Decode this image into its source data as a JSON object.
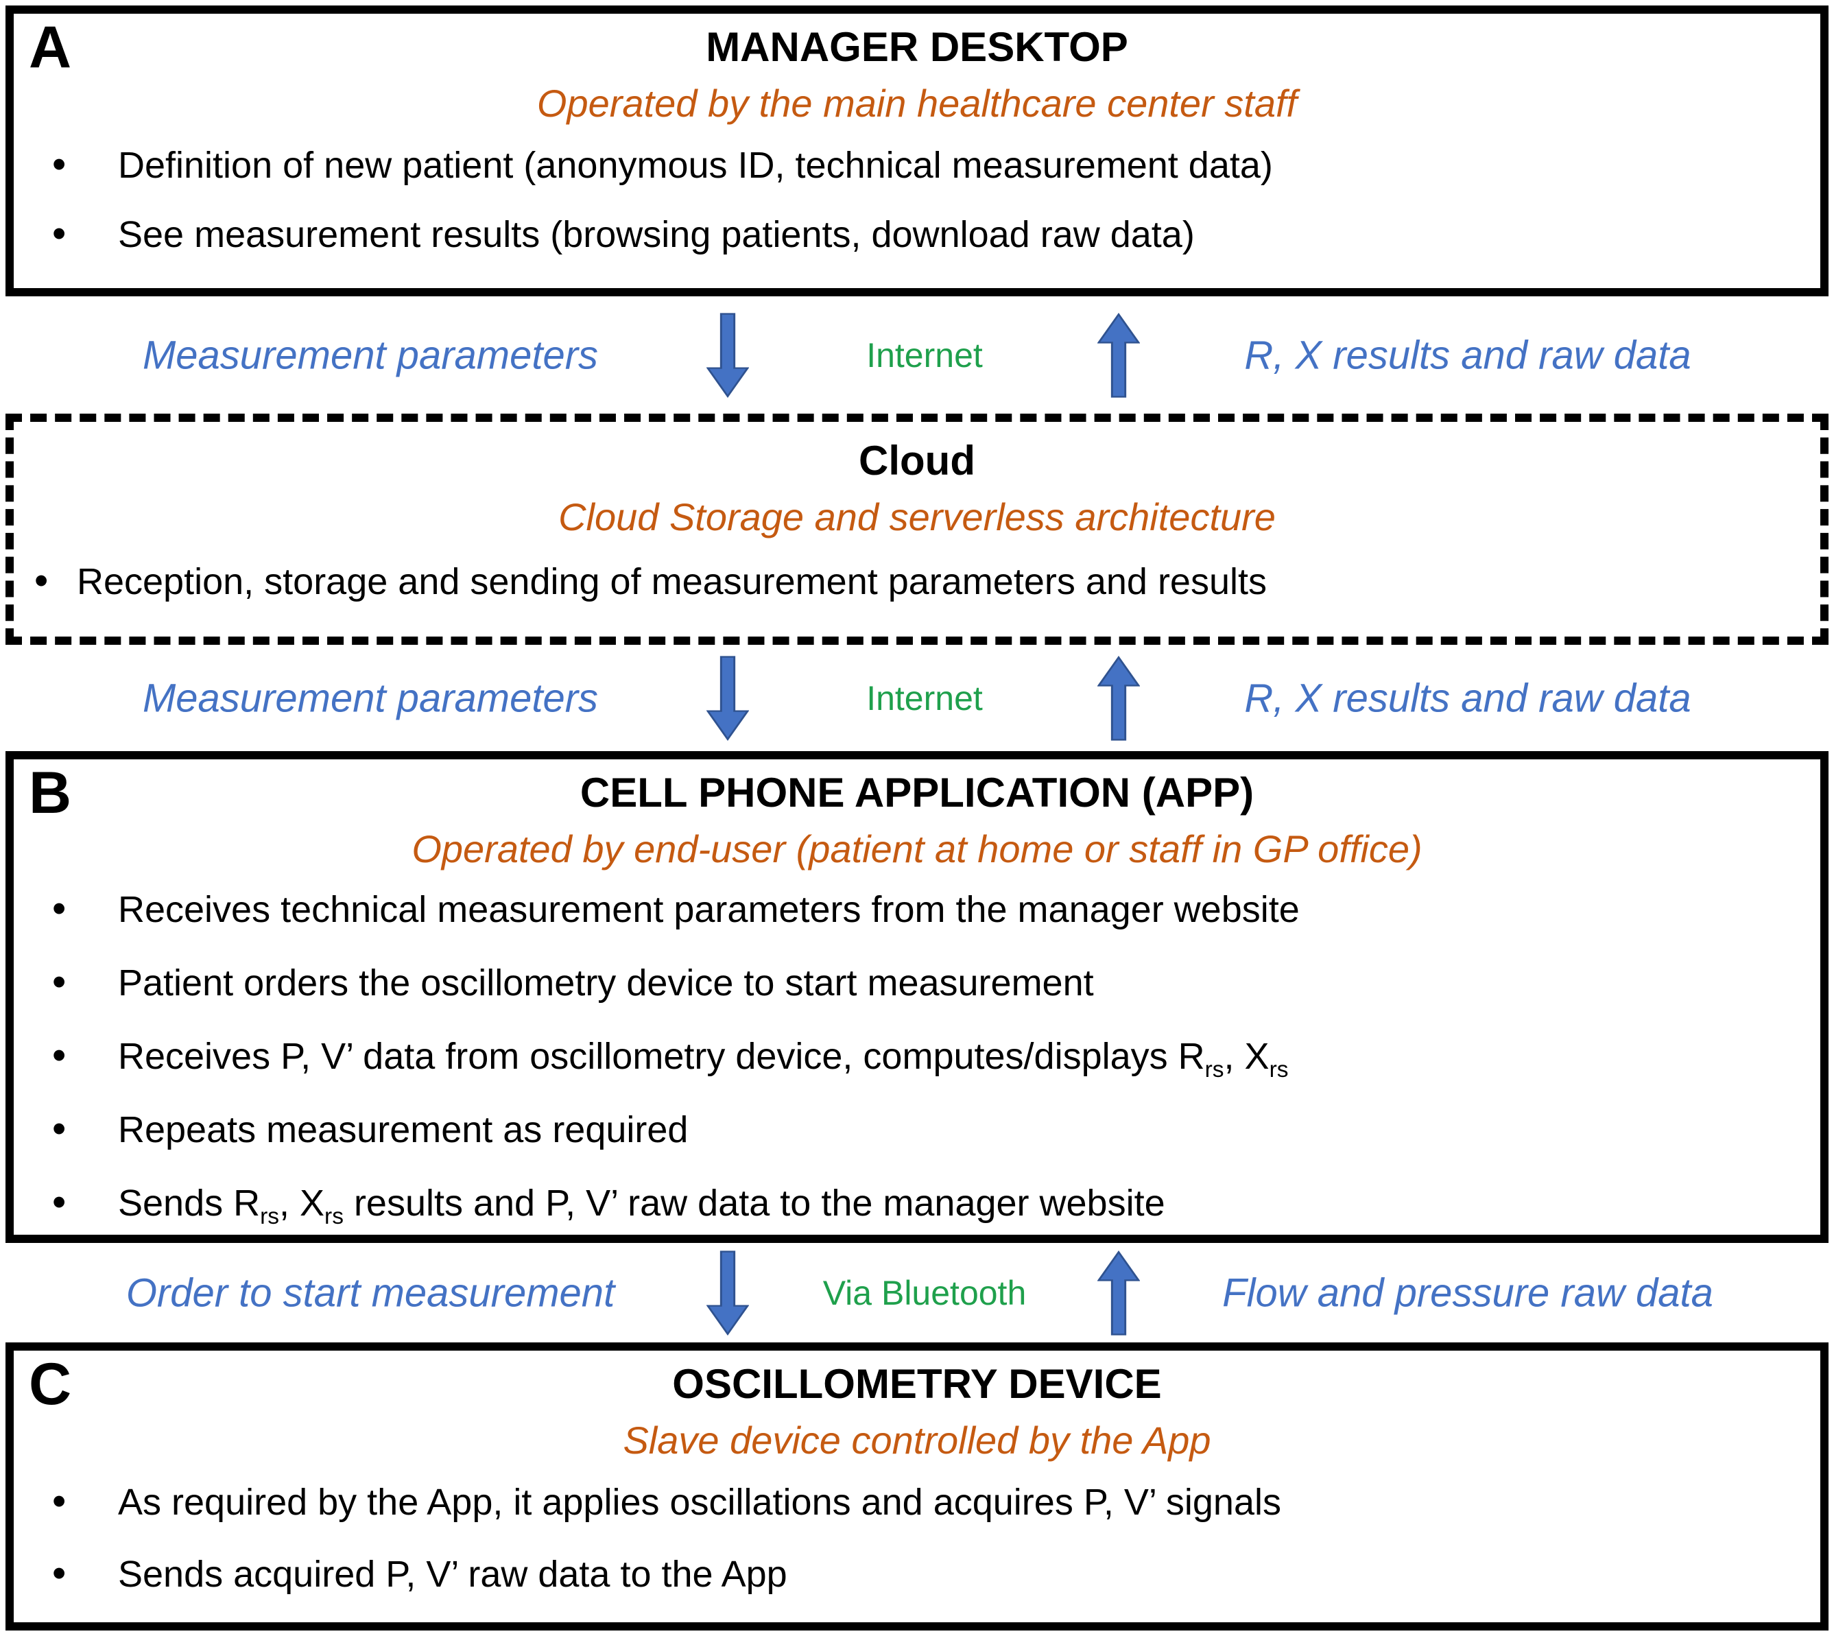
{
  "colors": {
    "blue": "#4472C4",
    "blue-dark": "#2F528F",
    "green": "#1FA04C",
    "orange": "#C55A11",
    "ink": "#000000"
  },
  "icons": {
    "down_arrow": "block-arrow-down",
    "up_arrow": "block-arrow-up"
  },
  "boxes": {
    "manager": {
      "label": "A",
      "title": "MANAGER DESKTOP",
      "subtitle": "Operated by the main healthcare center staff",
      "bullets": [
        [
          "Definition of new patient (anonymous ID, technical measurement data)"
        ],
        [
          "See measurement results (browsing patients, download raw data)"
        ]
      ]
    },
    "cloud": {
      "label": "",
      "title": "Cloud",
      "subtitle": "Cloud Storage and serverless architecture",
      "bullets": [
        [
          "Reception, storage and sending of measurement parameters and results"
        ]
      ]
    },
    "app": {
      "label": "B",
      "title": "CELL PHONE APPLICATION (APP)",
      "subtitle": "Operated by end-user (patient at home or staff in GP office)",
      "bullets": [
        [
          "Receives technical measurement parameters from the manager website"
        ],
        [
          "Patient orders the oscillometry device to start measurement"
        ],
        [
          "Receives P, V’ data from oscillometry device, computes/displays R",
          {
            "sub": "rs"
          },
          ", X",
          {
            "sub": "rs"
          }
        ],
        [
          "Repeats measurement as required"
        ],
        [
          "Sends R",
          {
            "sub": "rs"
          },
          ", X",
          {
            "sub": "rs"
          },
          " results and P, V’ raw data to the manager website"
        ]
      ]
    },
    "device": {
      "label": "C",
      "title": "OSCILLOMETRY DEVICE",
      "subtitle": "Slave device controlled by the App",
      "bullets": [
        [
          "As required by the App, it applies oscillations and acquires P, V’ signals"
        ],
        [
          "Sends acquired P, V’ raw data to the App"
        ]
      ]
    }
  },
  "connectors": [
    {
      "left_label": "Measurement parameters",
      "middle_label": "Internet",
      "right_label": "R, X results and raw data"
    },
    {
      "left_label": "Measurement parameters",
      "middle_label": "Internet",
      "right_label": "R, X results and raw data"
    },
    {
      "left_label": "Order to start measurement",
      "middle_label": "Via Bluetooth",
      "right_label": "Flow and pressure raw data"
    }
  ]
}
